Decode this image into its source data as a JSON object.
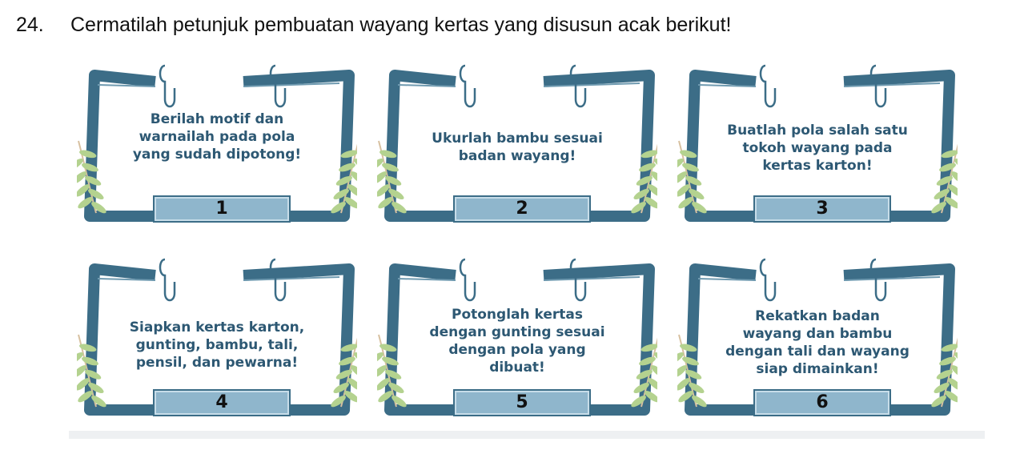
{
  "question": {
    "number": "24.",
    "text": "Cermatilah petunjuk pembuatan wayang kertas yang disusun acak berikut!"
  },
  "cards": [
    {
      "label": "1",
      "text": "Berilah motif dan warnailah pada pola yang sudah dipotong!"
    },
    {
      "label": "2",
      "text": "Ukurlah bambu sesuai badan wayang!"
    },
    {
      "label": "3",
      "text": "Buatlah pola salah satu tokoh wayang pada kertas karton!"
    },
    {
      "label": "4",
      "text": "Siapkan kertas karton, gunting, bambu, tali, pensil, dan pewarna!"
    },
    {
      "label": "5",
      "text": "Potonglah kertas dengan gunting sesuai dengan pola yang dibuat!"
    },
    {
      "label": "6",
      "text": "Rekatkan badan wayang dan bambu dengan tali dan wayang siap dimainkan!"
    }
  ],
  "colors": {
    "frame": "#3c6d87",
    "text": "#2d5873",
    "label_fill": "#8fb6cc",
    "leaf": "#b4d28f",
    "stem": "#d7c0a0"
  },
  "icons": [
    "ring-clip-icon",
    "leaf-branch-icon"
  ]
}
